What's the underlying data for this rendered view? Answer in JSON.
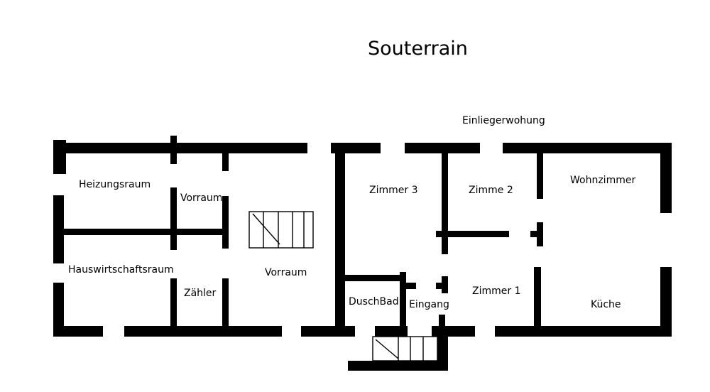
{
  "title": "Souterrain",
  "labels": {
    "einliegerwohnung": "Einliegerwohung",
    "heizungsraum": "Heizungsraum",
    "vorraum_top": "Vorraum",
    "hauswirtschaftsraum": "Hauswirtschaftsraum",
    "zaehler": "Zähler",
    "vorraum_center": "Vorraum",
    "zimmer3": "Zimmer 3",
    "zimmer2": "Zimme 2",
    "wohnzimmer": "Wohnzimmer",
    "duschbad": "DuschBad",
    "eingang": "Eingang",
    "zimmer1": "Zimmer 1",
    "kueche": "Küche"
  },
  "colors": {
    "wall": "#000000",
    "background": "#ffffff"
  }
}
